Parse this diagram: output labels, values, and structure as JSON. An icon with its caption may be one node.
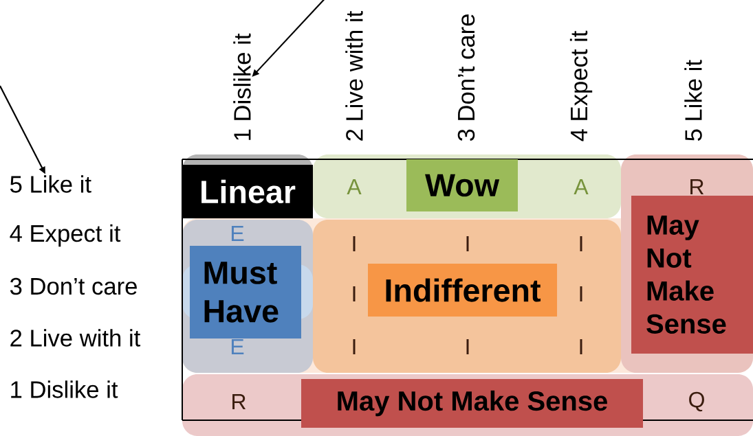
{
  "diagram": {
    "nodes": [
      {
        "text": [
          "1 Dislike it"
        ]
      },
      {
        "text": [
          "2 Live with it"
        ]
      },
      {
        "text": [
          "3 Don’t care"
        ]
      },
      {
        "text": [
          "4 Expect it"
        ]
      },
      {
        "text": [
          "5 Like it"
        ]
      },
      {
        "text": [
          "5 Like it"
        ]
      },
      {
        "text": [
          "4 Expect it"
        ]
      },
      {
        "text": [
          "3 Don’t care"
        ]
      },
      {
        "text": [
          "2 Live with it"
        ]
      },
      {
        "text": [
          "1 Dislike it"
        ]
      },
      {
        "text": [
          "Linear"
        ]
      },
      {
        "text": [
          "Wow"
        ]
      },
      {
        "text": [
          "Must Have"
        ]
      },
      {
        "text": [
          "Indifferent"
        ]
      },
      {
        "text": [
          "May Not Make Sense"
        ]
      },
      {
        "text": [
          "May Not Make Sense"
        ]
      }
    ],
    "edges": [
      {
        "from": null,
        "to": 0,
        "arrow": "to"
      },
      {
        "from": null,
        "to": 5,
        "arrow": "to"
      }
    ],
    "labels": [
      "A",
      "A",
      "R",
      "E",
      "I",
      "I",
      "I",
      "I",
      "I",
      "E",
      "I",
      "I",
      "I",
      "R",
      "Q"
    ]
  }
}
